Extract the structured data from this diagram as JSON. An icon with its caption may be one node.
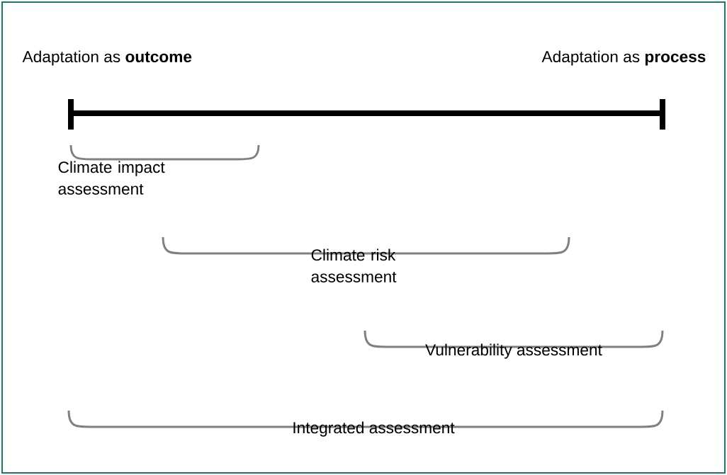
{
  "diagram": {
    "labels": [
      "Adaptation as **outcome**",
      "Adaptation as **process**",
      "Climate impact assessment",
      "Climate risk assessment",
      "Vulnerability assessment",
      "Integrated assessment"
    ]
  }
}
